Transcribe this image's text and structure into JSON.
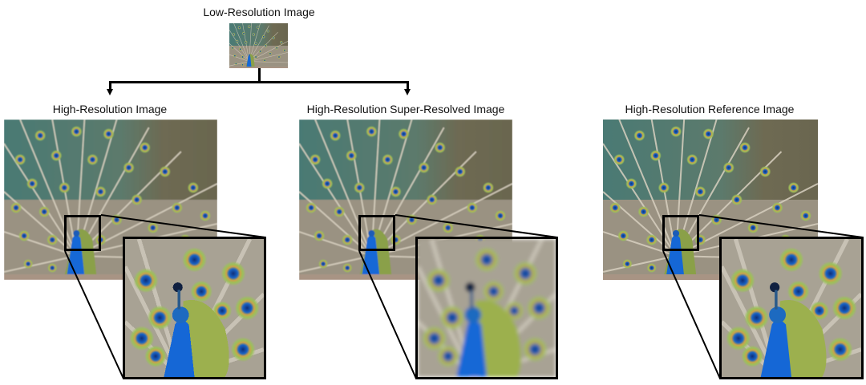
{
  "labels": {
    "low_res": "Low-Resolution Image",
    "high_res": "High-Resolution Image",
    "super_resolved": "High-Resolution Super-Resolved Image",
    "reference": "High-Resolution Reference Image"
  },
  "colors": {
    "background_teal": "#4e7a72",
    "foliage": "#6b6048",
    "feather": "#b8ae98",
    "eye_green": "#9cb85a",
    "eye_blue": "#1a4fa8",
    "peacock_blue": "#1567d6",
    "ground": "#a89484",
    "line": "#000000"
  },
  "panels": [
    {
      "name": "high-resolution",
      "style": "pixelated"
    },
    {
      "name": "super-resolved",
      "style": "blurred"
    },
    {
      "name": "reference",
      "style": "sharp"
    }
  ]
}
